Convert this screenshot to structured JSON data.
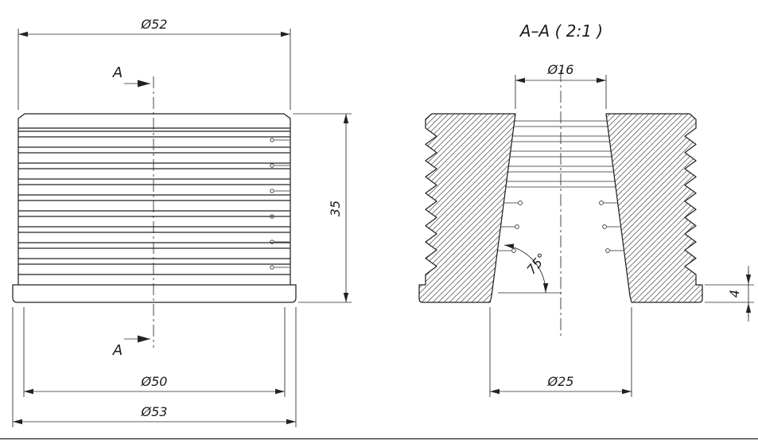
{
  "section_view": {
    "title": "A–A ( 2:1 )",
    "dims": {
      "bore_top": "Ø16",
      "bore_bottom": "Ø25",
      "angle": "75°",
      "flange_height": "4"
    }
  },
  "left_view": {
    "dims": {
      "top_diameter": "Ø52",
      "height": "35",
      "body_diameter": "Ø50",
      "flange_diameter": "Ø53"
    },
    "section_marks": {
      "top": "A",
      "bottom": "A"
    }
  },
  "colors": {
    "line": "#222222",
    "background": "#ffffff"
  }
}
